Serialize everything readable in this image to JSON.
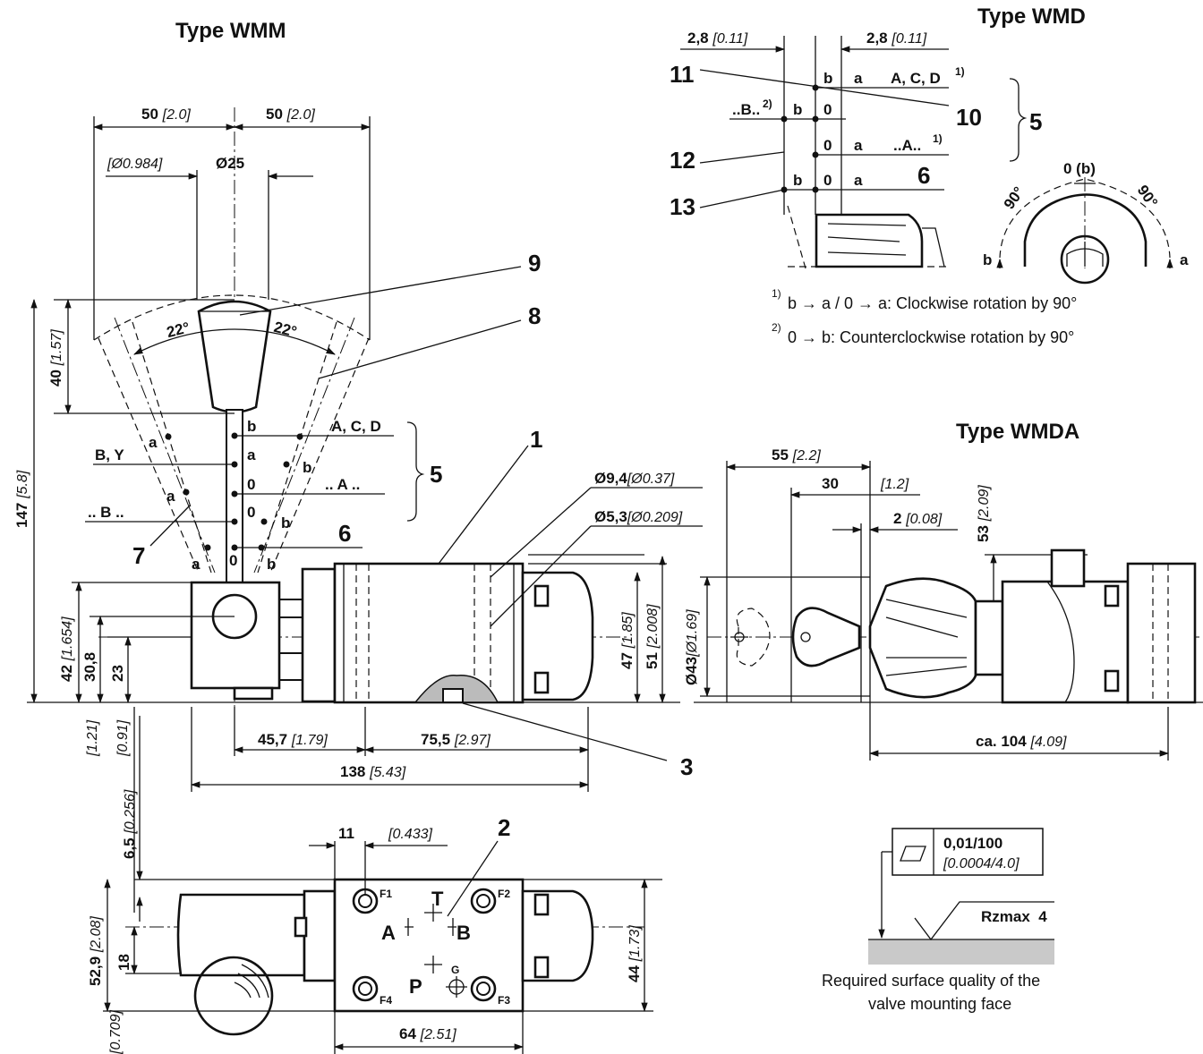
{
  "titles": {
    "wmm": "Type WMM",
    "wmd": "Type WMD",
    "wmda": "Type WMDA"
  },
  "dimensions": {
    "d50_left": "50",
    "d50_left_in": "[2.0]",
    "d50_right": "50",
    "d50_right_in": "[2.0]",
    "d984_in": "[Ø0.984]",
    "d25": "Ø25",
    "d40": "40",
    "d40_in": "[1.57]",
    "d147": "147",
    "d147_in": "[5.8]",
    "d42": "42",
    "d42_in": "[1.654]",
    "d308": "30,8",
    "d23": "23",
    "d121_in": "[1.21]",
    "d091_in": "[0.91]",
    "d457": "45,7",
    "d457_in": "[1.79]",
    "d755": "75,5",
    "d755_in": "[2.97]",
    "d138": "138",
    "d138_in": "[5.43]",
    "d94": "Ø9,4",
    "d94_in": "[Ø0.37]",
    "d53": "Ø5,3",
    "d53_in": "[Ø0.209]",
    "d47": "47",
    "d47_in": "[1.85]",
    "d51": "51",
    "d51_in": "[2.008]",
    "d65": "6,5",
    "d65_in": "[0.256]",
    "d11": "11",
    "d11_in": "[0.433]",
    "d529": "52,9",
    "d529_in": "[2.08]",
    "d18": "18",
    "d709_in": "[0.709]",
    "d44": "44",
    "d44_in": "[1.73]",
    "d64": "64",
    "d64_in": "[2.51]",
    "wmd_28_left": "2,8",
    "wmd_28_left_in": "[0.11]",
    "wmd_28_right": "2,8",
    "wmd_28_right_in": "[0.11]",
    "wmda_55": "55",
    "wmda_55_in": "[2.2]",
    "wmda_30": "30",
    "wmda_12_in": "[1.2]",
    "wmda_2": "2",
    "wmda_2_in": "[0.08]",
    "wmda_53": "53",
    "wmda_53_in": "[2.09]",
    "wmda_43": "Ø43",
    "wmda_43_in": "[Ø1.69]",
    "wmda_104": "ca. 104",
    "wmda_104_in": "[4.09]"
  },
  "angles": {
    "left": "22°",
    "right": "22°",
    "wmd_left": "90°",
    "wmd_right": "90°",
    "wmd_zero": "0 (b)"
  },
  "callouts": [
    "1",
    "2",
    "3",
    "5",
    "5",
    "6",
    "6",
    "7",
    "8",
    "9",
    "10",
    "11",
    "12",
    "13"
  ],
  "lever_positions": {
    "b_top": "b",
    "a_left1": "a",
    "b_y": "B, Y",
    "a_mid": "a",
    "b_right1": "b",
    "acd": "A, C, D",
    "a_left2": "a",
    "zero_mid": "0",
    "a_dots": ".. A ..",
    "b_dots": ".. B ..",
    "zero_low": "0",
    "b_right2": "b",
    "a_bot": "a",
    "zero_bot": "0",
    "b_bot": "b"
  },
  "wmd_table": {
    "row1": [
      "b",
      "a",
      "A, C, D",
      "1)"
    ],
    "row2": [
      "..B..",
      "2)",
      "b",
      "0"
    ],
    "row3": [
      "0",
      "a",
      "..A..",
      "1)"
    ],
    "row4": [
      "b",
      "0",
      "a"
    ],
    "dial_b": "b",
    "dial_a": "a"
  },
  "footnotes": {
    "n1_mark": "1)",
    "n1": "b → a / 0 → a: Clockwise rotation by 90°",
    "n2_mark": "2)",
    "n2": "0 → b: Counterclockwise rotation by 90°"
  },
  "ports": {
    "A": "A",
    "B": "B",
    "P": "P",
    "T": "T",
    "G": "G",
    "F1": "F1",
    "F2": "F2",
    "F3": "F3",
    "F4": "F4"
  },
  "surface": {
    "flatness": "0,01/100",
    "flatness_in": "[0.0004/4.0]",
    "roughness": "Rzmax  4",
    "caption_line1": "Required surface quality of the",
    "caption_line2": "valve mounting face"
  }
}
